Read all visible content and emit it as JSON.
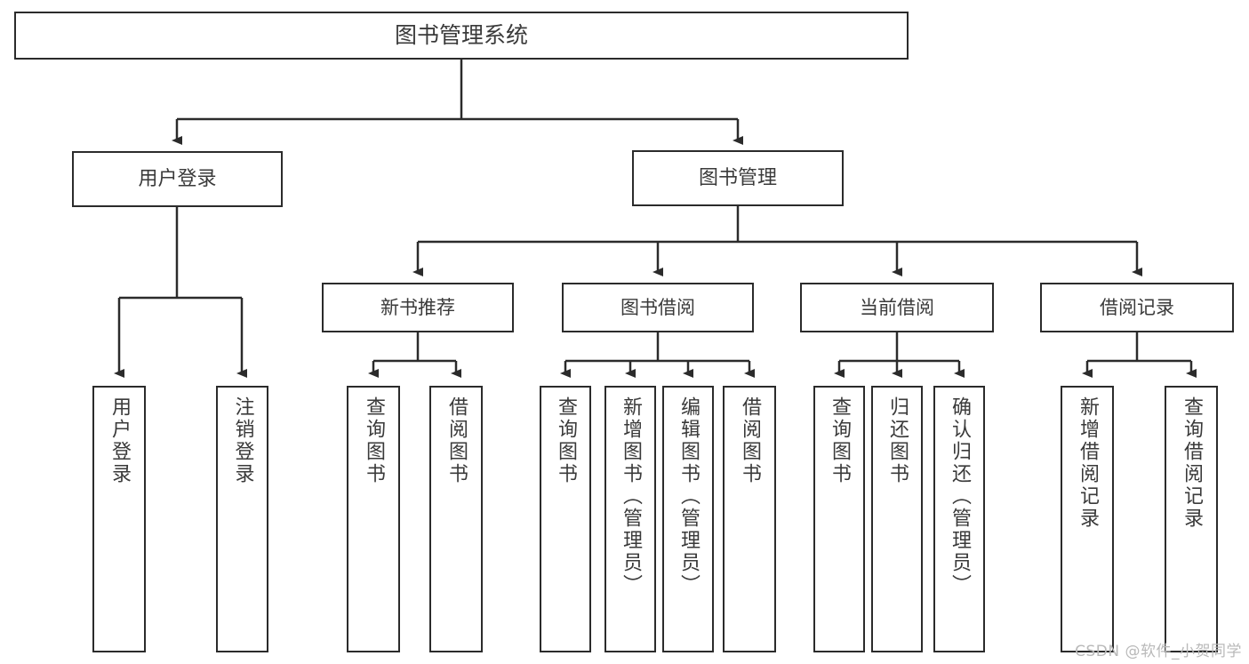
{
  "diagram": {
    "title": "图书管理系统",
    "watermark": "CSDN @软件_小贺同学",
    "stroke_color": "#2b2b2b",
    "text_color": "#3a3a3a",
    "background": "#ffffff",
    "root": {
      "label": "图书管理系统"
    },
    "level2": [
      {
        "label": "用户登录"
      },
      {
        "label": "图书管理"
      }
    ],
    "level3": [
      {
        "label": "新书推荐"
      },
      {
        "label": "图书借阅"
      },
      {
        "label": "当前借阅"
      },
      {
        "label": "借阅记录"
      }
    ],
    "leaves": {
      "user_login": [
        {
          "label": "用户登录"
        },
        {
          "label": "注销登录"
        }
      ],
      "new_book_recommend": [
        {
          "label": "查询图书"
        },
        {
          "label": "借阅图书"
        }
      ],
      "book_borrow": [
        {
          "label": "查询图书"
        },
        {
          "label": "新增图书（管理员）"
        },
        {
          "label": "编辑图书（管理员）"
        },
        {
          "label": "借阅图书"
        }
      ],
      "current_borrow": [
        {
          "label": "查询图书"
        },
        {
          "label": "归还图书"
        },
        {
          "label": "确认归还（管理员）"
        }
      ],
      "borrow_record": [
        {
          "label": "新增借阅记录"
        },
        {
          "label": "查询借阅记录"
        }
      ]
    }
  }
}
